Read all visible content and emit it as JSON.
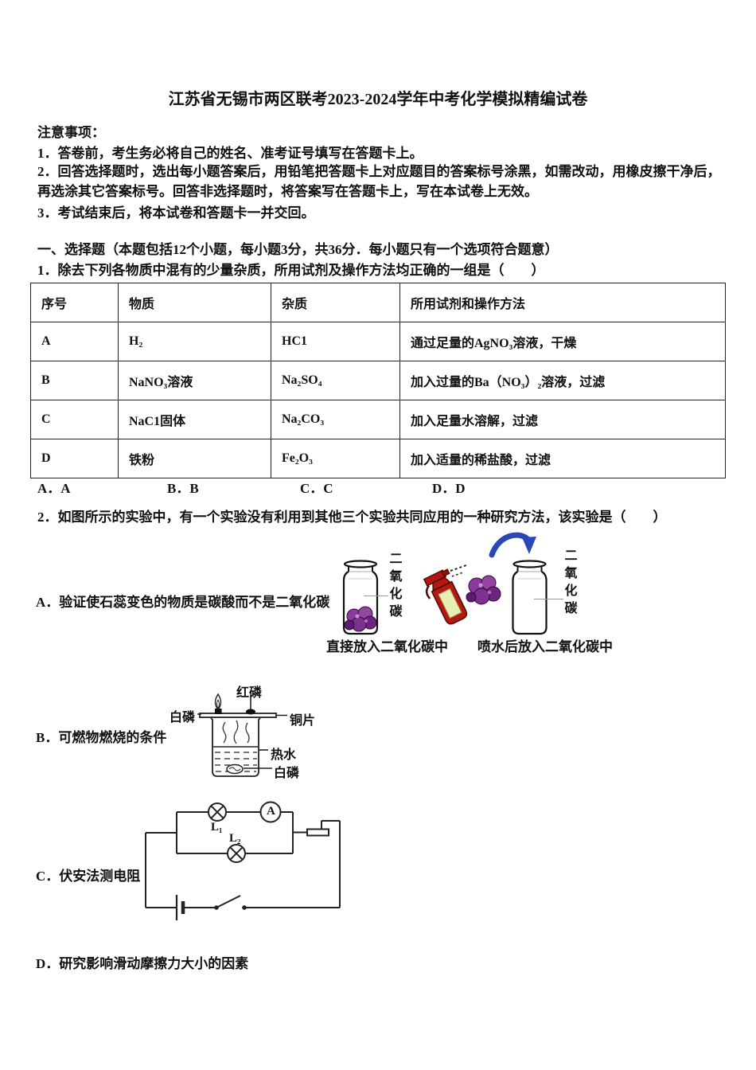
{
  "doc": {
    "title": "江苏省无锡市两区联考2023-2024学年中考化学模拟精编试卷",
    "notice_heading": "注意事项：",
    "notice_items": [
      "1．答卷前，考生务必将自己的姓名、准考证号填写在答题卡上。",
      "2．回答选择题时，选出每小题答案后，用铅笔把答题卡上对应题目的答案标号涂黑，如需改动，用橡皮擦干净后，再选涂其它答案标号。回答非选择题时，将答案写在答题卡上，写在本试卷上无效。",
      "3．考试结束后，将本试卷和答题卡一并交回。"
    ],
    "section_heading": "一、选择题（本题包括12个小题，每小题3分，共36分．每小题只有一个选项符合题意）",
    "q1": {
      "stem": "1．除去下列各物质中混有的少量杂质，所用试剂及操作方法均正确的一组是（　　）",
      "table": {
        "headers": [
          "序号",
          "物质",
          "杂质",
          "所用试剂和操作方法"
        ],
        "rows": [
          {
            "id": "A",
            "substance": "H₂",
            "impurity": "HC1",
            "method": "通过足量的AgNO₃溶液，干燥"
          },
          {
            "id": "B",
            "substance": "NaNO₃溶液",
            "impurity": "Na₂SO₄",
            "method": "加入过量的Ba（NO₃）₂溶液，过滤"
          },
          {
            "id": "C",
            "substance": "NaC1固体",
            "impurity": "Na₂CO₃",
            "method": "加入足量水溶解，过滤"
          },
          {
            "id": "D",
            "substance": "铁粉",
            "impurity": "Fe₂O₃",
            "method": "加入适量的稀盐酸，过滤"
          }
        ]
      },
      "choices": [
        "A．A",
        "B．B",
        "C．C",
        "D．D"
      ]
    },
    "q2": {
      "stem": "2．如图所示的实验中，有一个实验没有利用到其他三个实验共同应用的一种研究方法，该实验是（　　）",
      "figure_a": {
        "gas_label": "二氧化碳",
        "caption_left": "直接放入二氧化碳中",
        "caption_right": "喷水后放入二氧化碳中"
      },
      "figure_b": {
        "white_p_top": "白磷",
        "red_p": "红磷",
        "copper": "铜片",
        "hot_water": "热水",
        "white_p_bottom": "白磷"
      },
      "figure_c": {
        "lamp1": "L₁",
        "lamp2": "L₂",
        "ammeter": "A"
      },
      "options": {
        "a": "A．验证使石蕊变色的物质是碳酸而不是二氧化碳",
        "b": "B．可燃物燃烧的条件",
        "c": "C．伏安法测电阻",
        "d": "D．研究影响滑动摩擦力大小的因素"
      }
    },
    "colors": {
      "flower": "#7e3190",
      "spray_body": "#b61712",
      "spray_label": "#e9efb4",
      "arrow_blue": "#2b47b5",
      "ink": "#111111"
    }
  }
}
